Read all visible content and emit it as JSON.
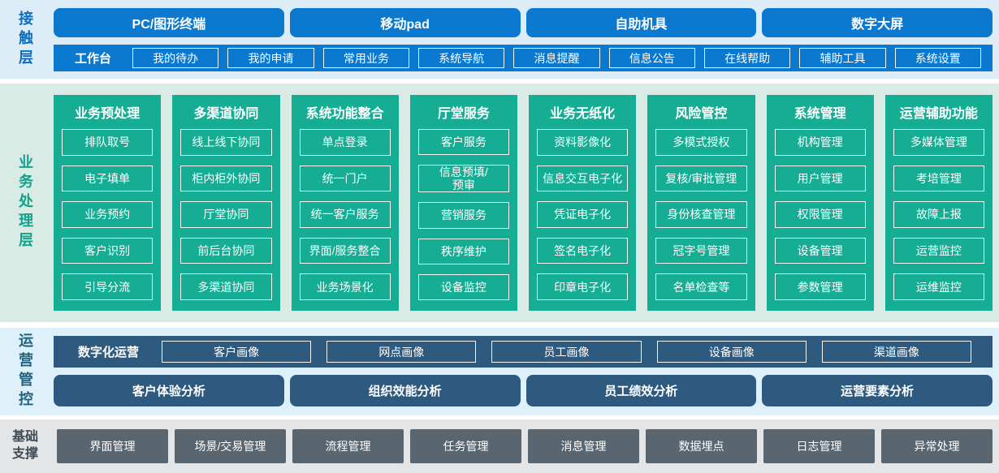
{
  "colors": {
    "blue": "#0b79cf",
    "teal": "#15ae94",
    "dark_blue": "#2e5a80",
    "slate": "#59656f",
    "bg_contact": "#dcedf8",
    "bg_business": "#d8ebe4",
    "bg_operations": "#def0f9",
    "bg_foundation": "#e4e5e7",
    "label_contact": "#0d6cbe",
    "label_business": "#12a28a",
    "label_operations": "#21637c",
    "label_foundation": "#3e4a54"
  },
  "contact": {
    "label": "接触层",
    "terminals": [
      "PC/图形终端",
      "移动pad",
      "自助机具",
      "数字大屏"
    ],
    "workbench": {
      "label": "工作台",
      "items": [
        "我的待办",
        "我的申请",
        "常用业务",
        "系统导航",
        "消息提醒",
        "信息公告",
        "在线帮助",
        "辅助工具",
        "系统设置"
      ]
    }
  },
  "business": {
    "label": "业务处理层",
    "columns": [
      {
        "title": "业务预处理",
        "items": [
          "排队取号",
          "电子填单",
          "业务预约",
          "客户识别",
          "引导分流"
        ]
      },
      {
        "title": "多渠道协同",
        "items": [
          "线上线下协同",
          "柜内柜外协同",
          "厅堂协同",
          "前后台协同",
          "多渠道协同"
        ]
      },
      {
        "title": "系统功能整合",
        "items": [
          "单点登录",
          "统一门户",
          "统一客户服务",
          "界面/服务整合",
          "业务场景化"
        ]
      },
      {
        "title": "厅堂服务",
        "items": [
          "客户服务",
          "信息预填/\n预审",
          "营销服务",
          "秩序维护",
          "设备监控"
        ]
      },
      {
        "title": "业务无纸化",
        "items": [
          "资料影像化",
          "信息交互电子化",
          "凭证电子化",
          "签名电子化",
          "印章电子化"
        ]
      },
      {
        "title": "风险管控",
        "items": [
          "多模式授权",
          "复核/审批管理",
          "身份核查管理",
          "冠字号管理",
          "名单检查等"
        ]
      },
      {
        "title": "系统管理",
        "items": [
          "机构管理",
          "用户管理",
          "权限管理",
          "设备管理",
          "参数管理"
        ]
      },
      {
        "title": "运营辅助功能",
        "items": [
          "多媒体管理",
          "考培管理",
          "故障上报",
          "运营监控",
          "运维监控"
        ]
      }
    ]
  },
  "operations": {
    "label": "运营管控",
    "digital": {
      "label": "数字化运营",
      "items": [
        "客户画像",
        "网点画像",
        "员工画像",
        "设备画像",
        "渠道画像"
      ]
    },
    "analysis": [
      "客户体验分析",
      "组织效能分析",
      "员工绩效分析",
      "运营要素分析"
    ]
  },
  "foundation": {
    "label": "基础支撑",
    "items": [
      "界面管理",
      "场景/交易管理",
      "流程管理",
      "任务管理",
      "消息管理",
      "数据埋点",
      "日志管理",
      "异常处理"
    ]
  }
}
